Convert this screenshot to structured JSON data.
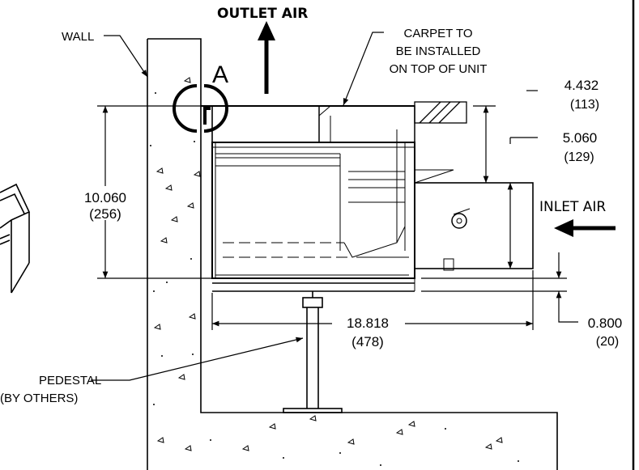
{
  "labels": {
    "outlet_air": "OUTLET AIR",
    "inlet_air": "INLET AIR",
    "wall": "WALL",
    "carpet_line1": "CARPET TO",
    "carpet_line2": "BE INSTALLED",
    "carpet_line3": "ON TOP OF UNIT",
    "detail_marker": "A",
    "pedestal_line1": "PEDESTAL",
    "pedestal_line2": "(BY OTHERS)"
  },
  "dimensions": {
    "height": {
      "inches": "10.060",
      "mm": "(256)"
    },
    "top_offset": {
      "inches": "4.432",
      "mm": "(113)"
    },
    "inlet_height": {
      "inches": "5.060",
      "mm": "(129)"
    },
    "width": {
      "inches": "18.818",
      "mm": "(478)"
    },
    "bottom_offset": {
      "inches": "0.800",
      "mm": "(20)"
    }
  }
}
